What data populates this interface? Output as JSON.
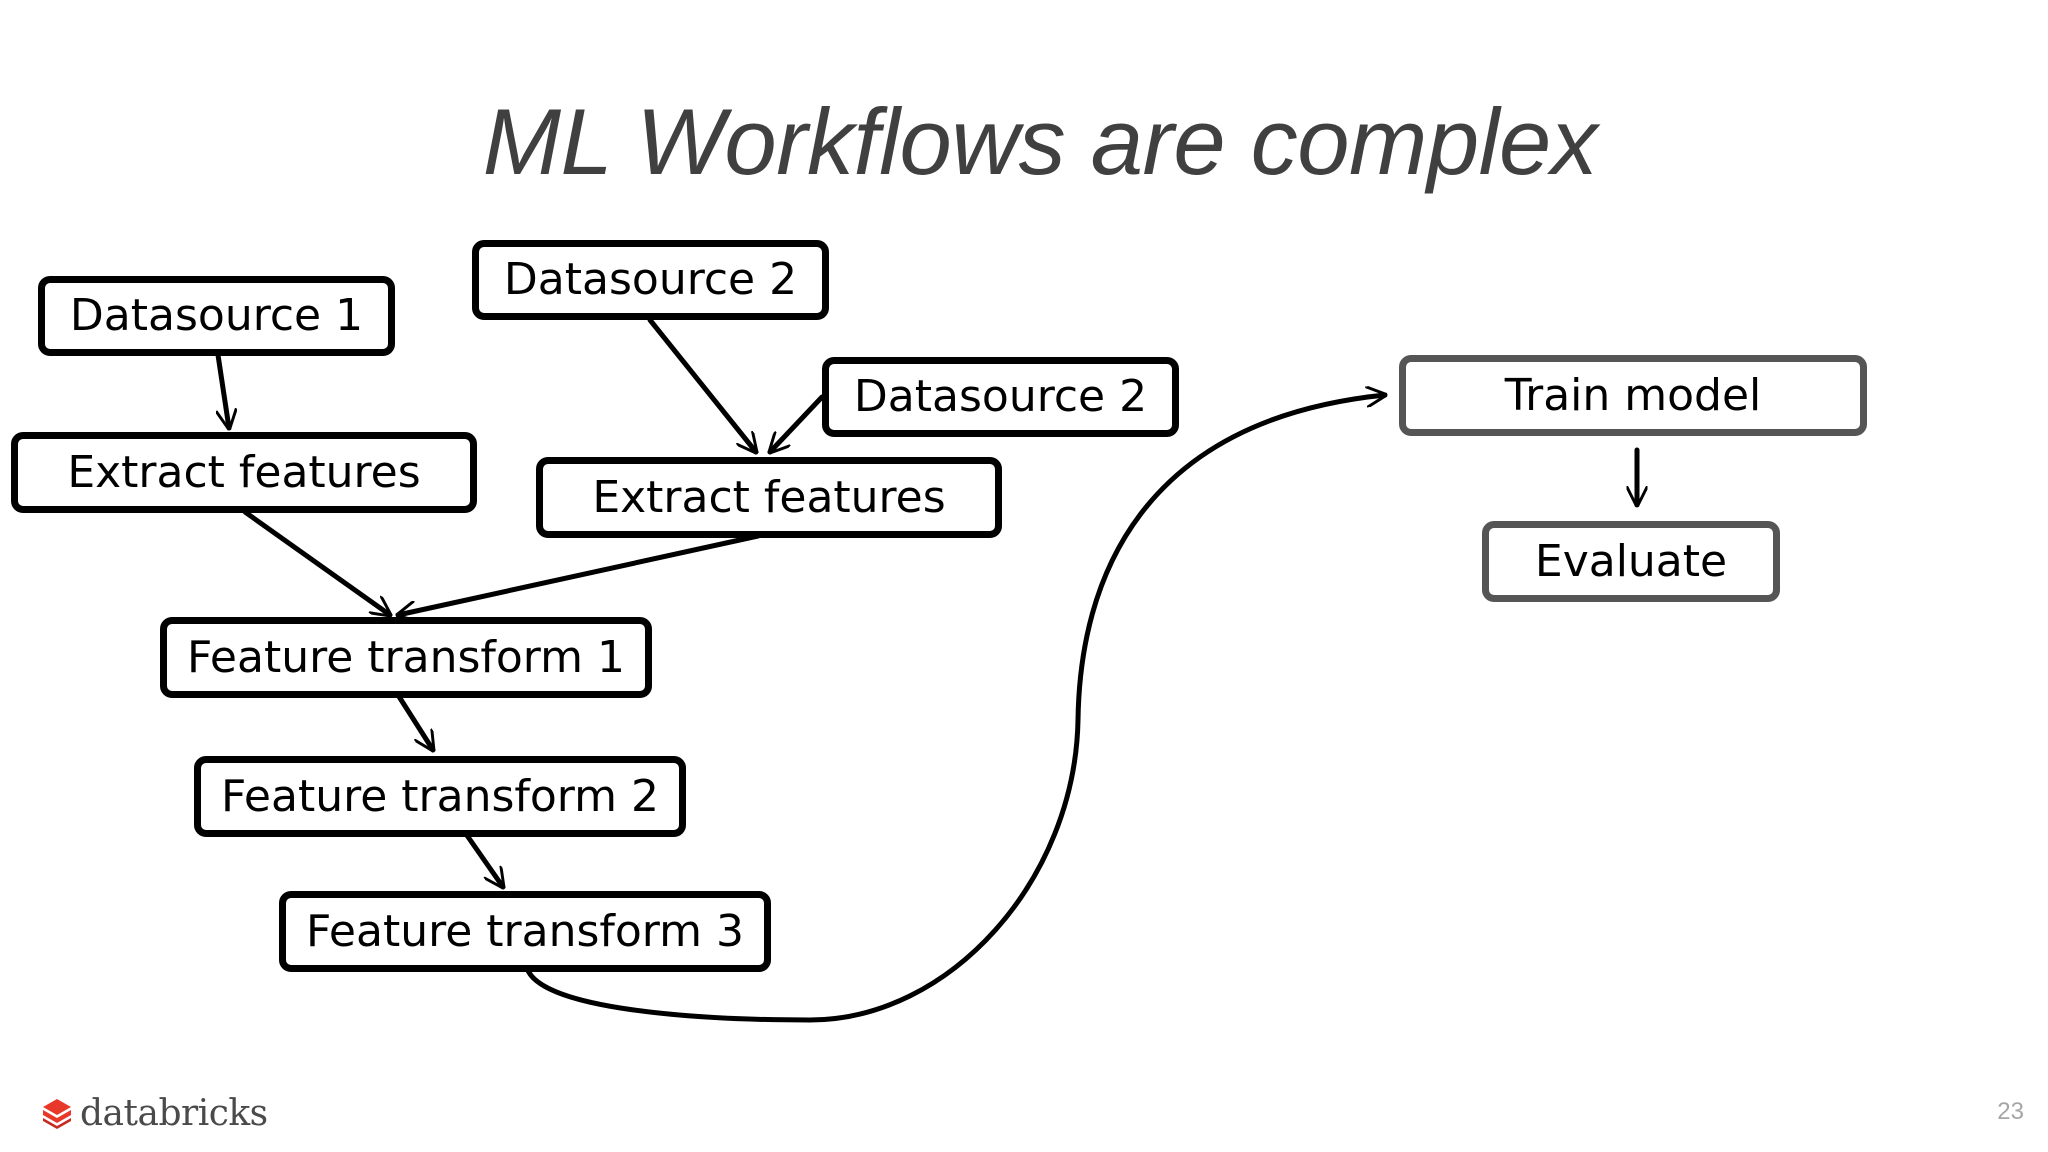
{
  "slide": {
    "title": "ML Workflows are complex",
    "page_number": "23"
  },
  "logo": {
    "text": "databricks",
    "icon": "databricks-stack-icon",
    "color": "#e8382a"
  },
  "nodes": {
    "datasource_1": "Datasource 1",
    "datasource_2a": "Datasource 2",
    "datasource_2b": "Datasource 2",
    "extract_features_1": "Extract features",
    "extract_features_2": "Extract features",
    "feature_transform_1": "Feature transform 1",
    "feature_transform_2": "Feature transform 2",
    "feature_transform_3": "Feature transform 3",
    "train_model": "Train model",
    "evaluate": "Evaluate"
  },
  "edges": [
    [
      "datasource_1",
      "extract_features_1"
    ],
    [
      "datasource_2a",
      "extract_features_2"
    ],
    [
      "datasource_2b",
      "extract_features_2"
    ],
    [
      "extract_features_1",
      "feature_transform_1"
    ],
    [
      "extract_features_2",
      "feature_transform_1"
    ],
    [
      "feature_transform_1",
      "feature_transform_2"
    ],
    [
      "feature_transform_2",
      "feature_transform_3"
    ],
    [
      "feature_transform_3",
      "train_model"
    ],
    [
      "train_model",
      "evaluate"
    ]
  ],
  "colors": {
    "box_border": "#000000",
    "ml_box_border": "#555555",
    "title": "#404040"
  }
}
